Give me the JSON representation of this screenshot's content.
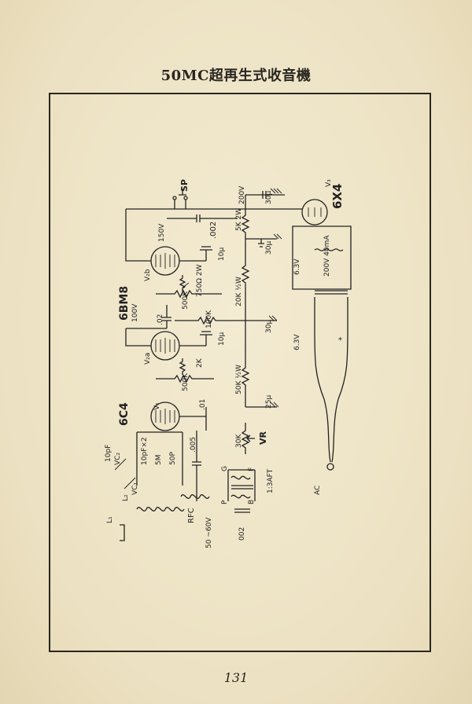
{
  "page": {
    "title": "50MC超再生式收音機",
    "page_number": "131"
  },
  "labels": {
    "tube_v3_name": "V₃",
    "tube_v3_type": "6X4",
    "tube_v2_type": "6BM8",
    "tube_v1_type": "6C4",
    "v2b": "V₂b",
    "v2a": "V₂a",
    "v1": "V₁",
    "sp": "SP",
    "v150": "150V",
    "v100": "100V",
    "v200": "200V",
    "c002_top": ".002",
    "c30u_top": "30μ",
    "r5k2w": "5K 2W",
    "c30u_mid": "30μ",
    "c10u_a": "10μ",
    "r750": "750Ω 2W",
    "r500k_a": "500K",
    "c02": ".02",
    "r100k": "100K",
    "r20k": "20K ½W",
    "c30u_low": "30μ",
    "c10u_b": "10μ",
    "r2k": "2K",
    "r500k_b": "500K",
    "r50k": "50K ½W",
    "c25u": "25μ",
    "c01": ".01",
    "r30k": "30K",
    "vr": "VR",
    "c005": ".005",
    "c10pf_x2": "10pF×2",
    "r5m": "5M",
    "c50p": "50P",
    "c10pf": "10pF",
    "vc2": "VC₂",
    "vc1": "VC₁",
    "l1": "L₁",
    "l2": "L₂",
    "rfc": "RFC",
    "v5060": "50 ~60V",
    "c002_low": "002",
    "trafo_g": "G",
    "trafo_f": "F",
    "trafo_p": "P",
    "trafo_b": "B",
    "trafo_ratio": "1:3AFT",
    "ac": "AC",
    "v63_a": "6.3V",
    "v63_b": "6.3V",
    "v200_40ma": "200V 40mA",
    "asterisk": "*"
  }
}
